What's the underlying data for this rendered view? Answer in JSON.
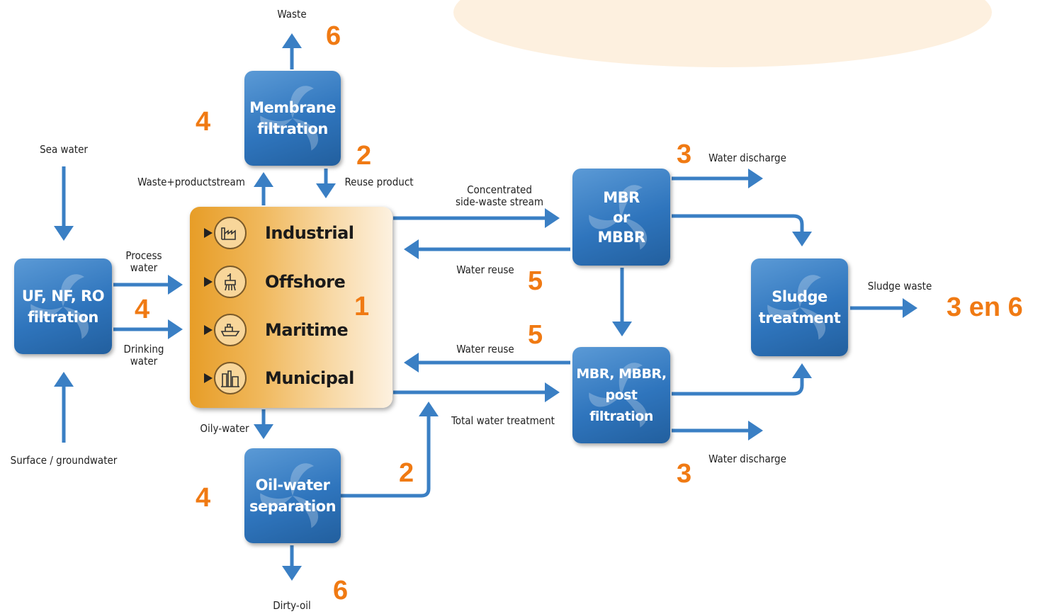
{
  "boxes": {
    "uf_nf_ro": "UF, NF, RO\nfiltration",
    "membrane": "Membrane\nfiltration",
    "oil_water": "Oil-water\nseparation",
    "mbr_or_mbbr": "MBR\nor\nMBBR",
    "mbr_mbbr_post": "MBR, MBBR,\npost filtration",
    "sludge": "Sludge\ntreatment"
  },
  "sectors": [
    "Industrial",
    "Offshore",
    "Maritime",
    "Municipal"
  ],
  "labels": {
    "waste": "Waste",
    "sea_water": "Sea water",
    "waste_productstream": "Waste+productstream",
    "reuse_product": "Reuse product",
    "process_water": "Process\nwater",
    "drinking_water": "Drinking\nwater",
    "surface_groundwater": "Surface / groundwater",
    "concentrated": "Concentrated\nside-waste stream",
    "water_reuse_top": "Water reuse",
    "water_reuse_bottom": "Water reuse",
    "total_water_treatment": "Total water treatment",
    "oily_water": "Oily-water",
    "dirty_oil": "Dirty-oil",
    "water_discharge_top": "Water discharge",
    "water_discharge_bottom": "Water discharge",
    "sludge_waste": "Sludge waste"
  },
  "numbers": {
    "n6_top": "6",
    "n4_membrane": "4",
    "n2_reuse": "2",
    "n4_uf": "4",
    "n1_center": "1",
    "n3_top": "3",
    "n5_top": "5",
    "n5_bottom": "5",
    "n3_en_6": "3 en 6",
    "n2_oil": "2",
    "n3_bottom": "3",
    "n4_oil": "4",
    "n6_bottom": "6"
  },
  "colors": {
    "arrow": "#3a7fc4",
    "number": "#f07a13",
    "box": "#2f75bd"
  }
}
